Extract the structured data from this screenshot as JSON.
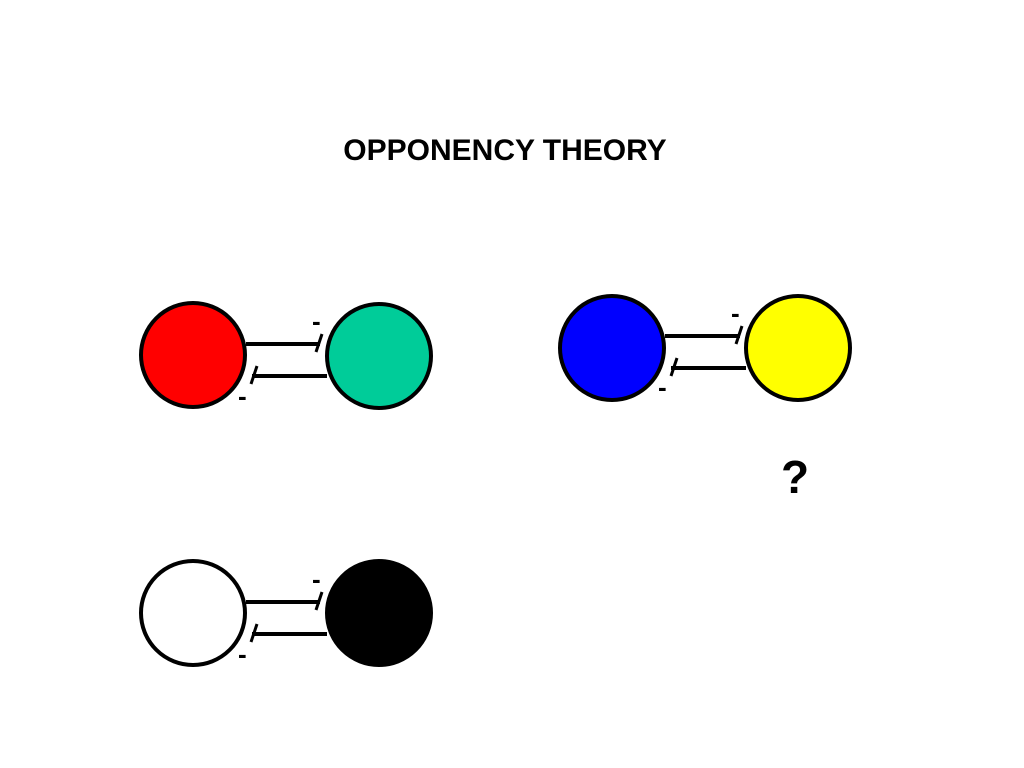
{
  "slide": {
    "title": "OPPONENCY THEORY",
    "question_mark": "?"
  },
  "pairs": [
    {
      "name": "red-green",
      "left_color": "#ff0000",
      "right_color": "#00cc99",
      "top_sign": "-",
      "bottom_sign": "-"
    },
    {
      "name": "blue-yellow",
      "left_color": "#0000ff",
      "right_color": "#ffff00",
      "top_sign": "-",
      "bottom_sign": "-"
    },
    {
      "name": "white-black",
      "left_color": "#ffffff",
      "right_color": "#000000",
      "top_sign": "-",
      "bottom_sign": "-"
    }
  ]
}
